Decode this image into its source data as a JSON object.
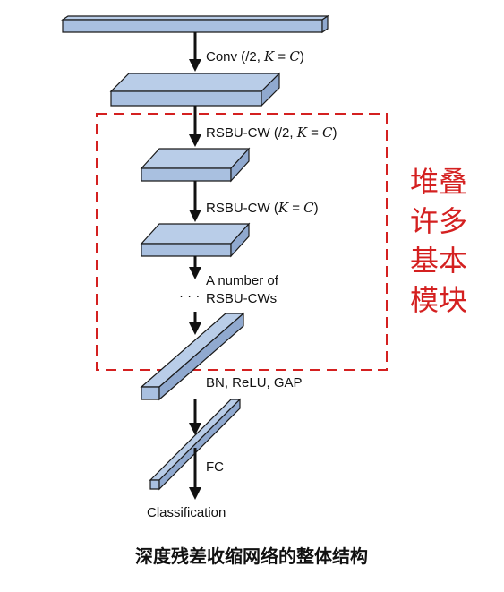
{
  "diagram": {
    "labels": {
      "conv": {
        "prefix": "Conv (",
        "fraction": "/2",
        "sep": ", ",
        "math": "K",
        "eq": " = ",
        "val": "C",
        "suffix": ")"
      },
      "rsbu1": {
        "prefix": "RSBU-CW (",
        "fraction": "/2",
        "sep": ", ",
        "math": "K",
        "eq": " = ",
        "val": "C",
        "suffix": ")"
      },
      "rsbu2": {
        "prefix": "RSBU-CW (",
        "math": "K",
        "eq": " = ",
        "val": "C",
        "suffix": ")"
      },
      "number_line1": "A number of",
      "dots": "· · ·",
      "number_line2": "RSBU-CWs",
      "bn": "BN, ReLU, GAP",
      "fc": "FC",
      "classification": "Classification"
    },
    "annotation": {
      "lines": [
        "堆叠",
        "许多",
        "基本",
        "模块"
      ],
      "color": "#d42020"
    },
    "caption": "深度残差收缩网络的整体结构",
    "colors": {
      "slab_fill": "#b9cde8",
      "dashed_box": "#d42020",
      "arrow": "#111111"
    }
  }
}
